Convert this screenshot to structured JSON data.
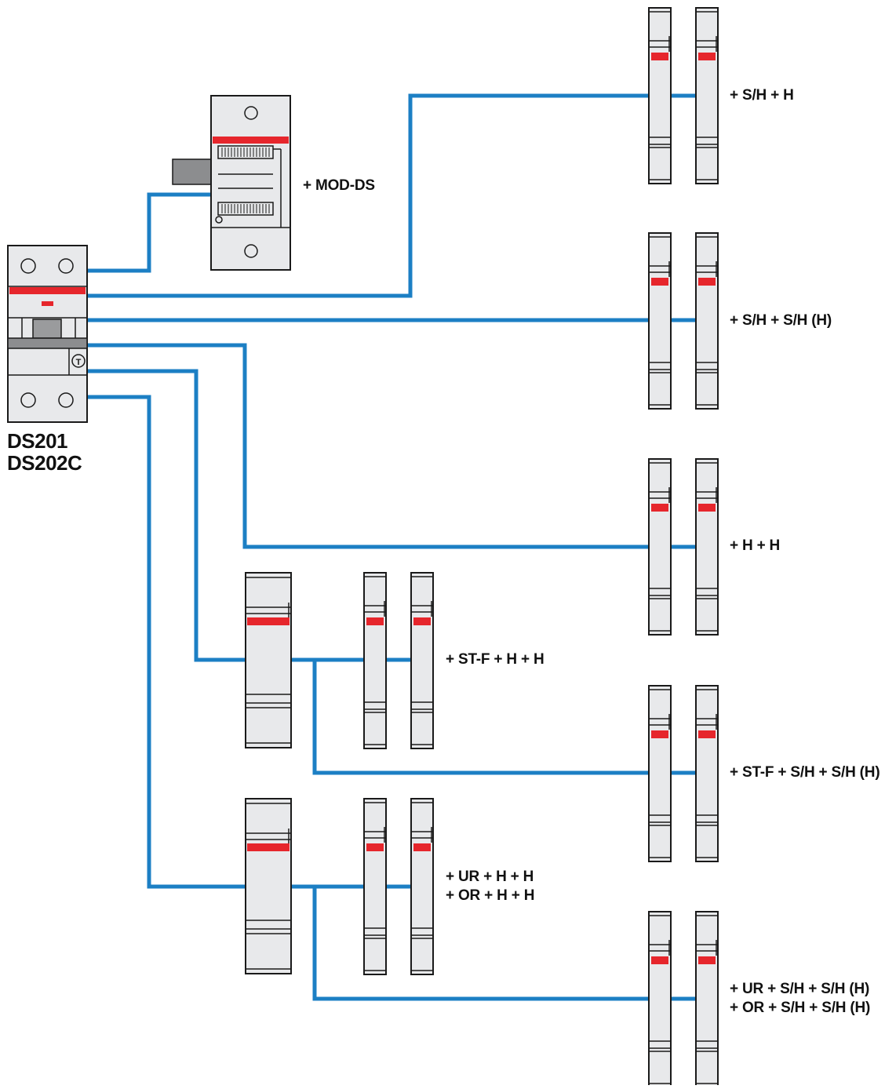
{
  "main_device": {
    "label_line1": "DS201",
    "label_line2": "DS202C",
    "test_button_glyph": "T",
    "accent_color": "#e6262c"
  },
  "accessories": [
    {
      "id": "mod-ds",
      "label": "+ MOD-DS"
    },
    {
      "id": "sh-h",
      "label": "+ S/H + H"
    },
    {
      "id": "sh-shh",
      "label": "+ S/H + S/H (H)"
    },
    {
      "id": "h-h",
      "label": "+ H + H"
    },
    {
      "id": "stf-h-h",
      "label": "+ ST-F + H + H"
    },
    {
      "id": "stf-sh-shh",
      "label": "+ ST-F + S/H + S/H (H)"
    },
    {
      "id": "ur-or-h-h",
      "label_line1": "+ UR + H + H",
      "label_line2": "+ OR + H + H"
    },
    {
      "id": "ur-or-sh-shh",
      "label_line1": "+ UR + S/H + S/H (H)",
      "label_line2": "+ OR + S/H + S/H (H)"
    }
  ],
  "colors": {
    "wire": "#1c7fc4",
    "device_body": "#e8e9eb",
    "indicator": "#e6262c"
  }
}
